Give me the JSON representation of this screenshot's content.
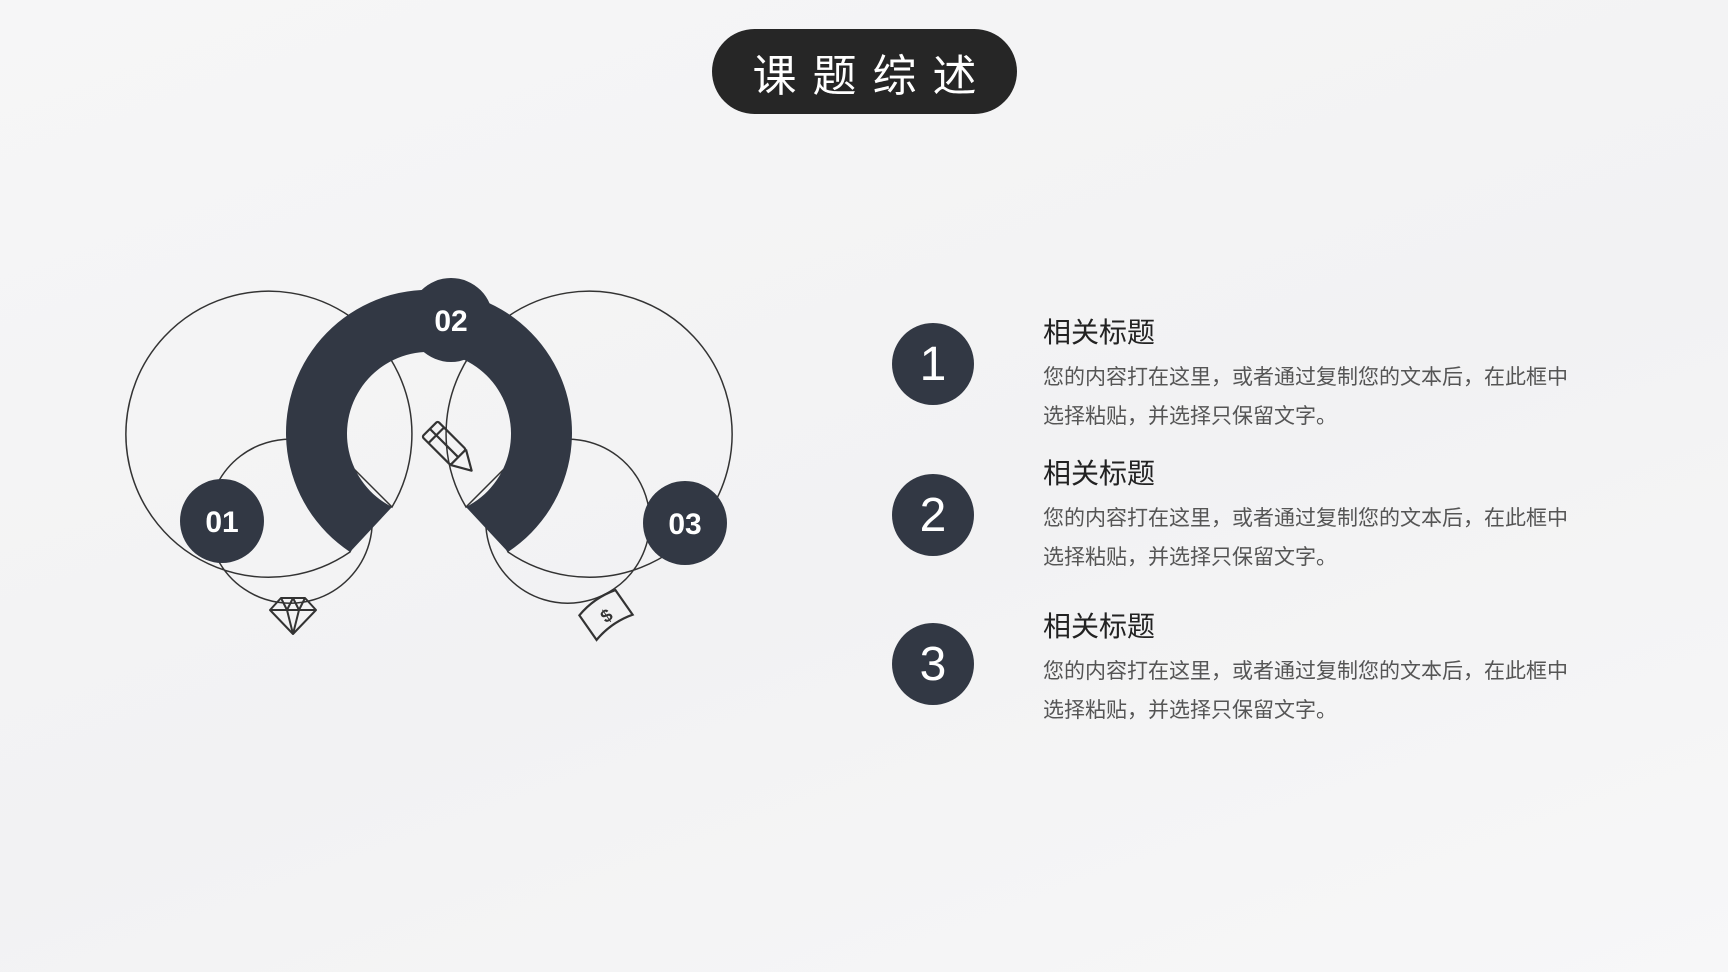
{
  "slide": {
    "title": "课题综述"
  },
  "diagram": {
    "badges": [
      {
        "label": "01",
        "icon": "diamond-icon"
      },
      {
        "label": "02",
        "icon": "pencil-icon"
      },
      {
        "label": "03",
        "icon": "money-icon"
      }
    ],
    "colors": {
      "dark": "#323844",
      "outline": "#333333"
    }
  },
  "items": [
    {
      "number": "1",
      "title": "相关标题",
      "text": "您的内容打在这里，或者通过复制您的文本后，在此框中选择粘贴，并选择只保留文字。"
    },
    {
      "number": "2",
      "title": "相关标题",
      "text": "您的内容打在这里，或者通过复制您的文本后，在此框中选择粘贴，并选择只保留文字。"
    },
    {
      "number": "3",
      "title": "相关标题",
      "text": "您的内容打在这里，或者通过复制您的文本后，在此框中选择粘贴，并选择只保留文字。"
    }
  ]
}
